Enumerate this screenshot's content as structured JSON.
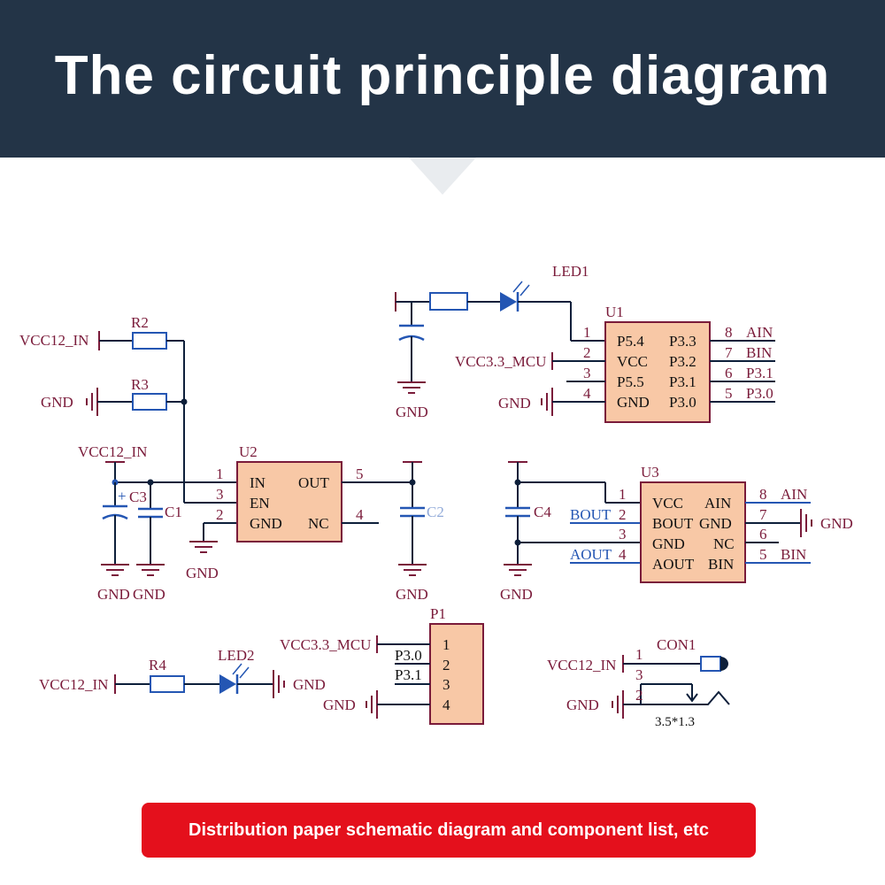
{
  "header": {
    "title": "The circuit principle diagram",
    "background": "#233447"
  },
  "colors": {
    "wire": "#0d1f3a",
    "net": "#2456b3",
    "power": "#7a1b3a",
    "text": "#7a1b3a",
    "chip_fill": "#f8c8a6",
    "banner": "#e4101c"
  },
  "schematic": {
    "u1": {
      "ref": "U1",
      "left_pins": [
        {
          "num": "1",
          "name": "P5.4"
        },
        {
          "num": "2",
          "name": "VCC"
        },
        {
          "num": "3",
          "name": "P5.5"
        },
        {
          "num": "4",
          "name": "GND"
        }
      ],
      "right_pins": [
        {
          "num": "8",
          "name": "P3.3",
          "net": "AIN"
        },
        {
          "num": "7",
          "name": "P3.2",
          "net": "BIN"
        },
        {
          "num": "6",
          "name": "P3.1",
          "net": "P3.1"
        },
        {
          "num": "5",
          "name": "P3.0",
          "net": "P3.0"
        }
      ]
    },
    "u2": {
      "ref": "U2",
      "left_pins": [
        {
          "num": "1",
          "name": "IN"
        },
        {
          "num": "3",
          "name": "EN"
        },
        {
          "num": "2",
          "name": "GND"
        }
      ],
      "right_pins": [
        {
          "num": "5",
          "name": "OUT"
        },
        {
          "num": "4",
          "name": "NC"
        }
      ]
    },
    "u3": {
      "ref": "U3",
      "left_pins": [
        {
          "num": "1",
          "name": "VCC",
          "net": ""
        },
        {
          "num": "2",
          "name": "BOUT",
          "net": "BOUT"
        },
        {
          "num": "3",
          "name": "GND",
          "net": ""
        },
        {
          "num": "4",
          "name": "AOUT",
          "net": "AOUT"
        }
      ],
      "right_pins": [
        {
          "num": "8",
          "name": "AIN",
          "net": "AIN"
        },
        {
          "num": "7",
          "name": "GND",
          "net": ""
        },
        {
          "num": "6",
          "name": "NC",
          "net": ""
        },
        {
          "num": "5",
          "name": "BIN",
          "net": "BIN"
        }
      ]
    },
    "p1": {
      "ref": "P1",
      "pins": [
        {
          "num": "1",
          "net": "VCC3.3_MCU"
        },
        {
          "num": "2",
          "net": "P3.0"
        },
        {
          "num": "3",
          "net": "P3.1"
        },
        {
          "num": "4",
          "net": "GND"
        }
      ]
    },
    "con1": {
      "ref": "CON1",
      "size": "3.5*1.3",
      "pins": [
        "1",
        "3",
        "2"
      ]
    },
    "labels": {
      "vcc12": "VCC12_IN",
      "vcc33": "VCC3.3_MCU",
      "gnd": "GND",
      "r2": "R2",
      "r3": "R3",
      "r4": "R4",
      "c1": "C1",
      "c2": "C2",
      "c3": "C3",
      "c4": "C4",
      "led1": "LED1",
      "led2": "LED2",
      "plus": "+"
    }
  },
  "banner": {
    "text": "Distribution paper schematic diagram and component list, etc"
  }
}
